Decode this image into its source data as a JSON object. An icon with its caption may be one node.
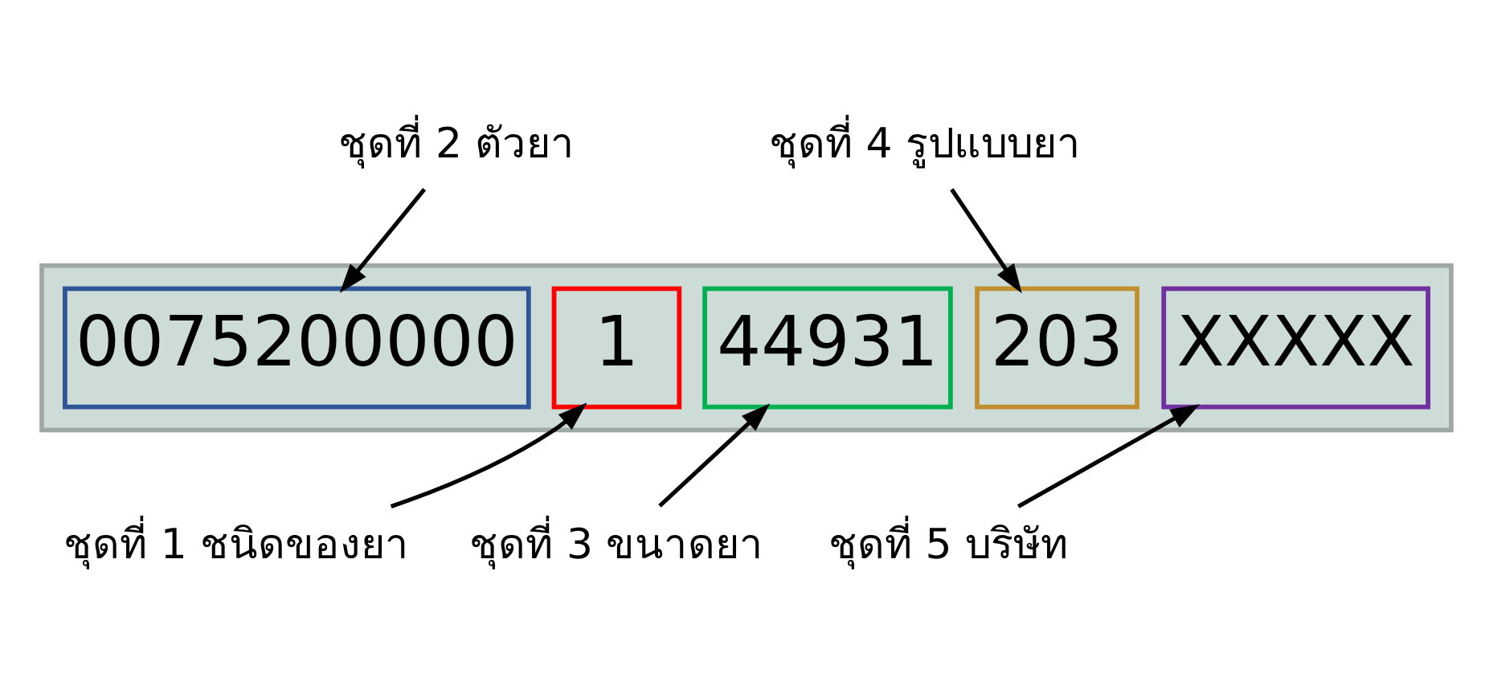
{
  "diagram": {
    "nodes": [
      {
        "text": [
          "ชุดที่ 2 ตัวยา"
        ]
      },
      {
        "text": [
          "ชุดที่ 4 รูปแบบยา"
        ]
      },
      {
        "text": [],
        "shape": "box"
      },
      {
        "text": [
          "1"
        ],
        "in": 2
      },
      {
        "text": [
          "0075200000"
        ],
        "in": 2
      },
      {
        "text": [
          "44931"
        ],
        "in": 2
      },
      {
        "text": [
          "203"
        ],
        "in": 2
      },
      {
        "text": [
          "XXXXX"
        ],
        "in": 2
      },
      {
        "text": [
          "ชุดที่ 1 ชนิดของยา"
        ]
      },
      {
        "text": [
          "ชุดที่ 3 ขนาดยา"
        ]
      },
      {
        "text": [
          "ชุดที่ 5 บริษัท"
        ]
      }
    ],
    "edges": [
      {
        "from": 0,
        "to": 4,
        "arrow": "to"
      },
      {
        "from": 1,
        "to": 6,
        "arrow": "to"
      },
      {
        "from": 8,
        "to": 3,
        "arrow": "to"
      },
      {
        "from": 9,
        "to": 5,
        "arrow": "to"
      },
      {
        "from": 10,
        "to": 7,
        "arrow": "to"
      }
    ]
  }
}
